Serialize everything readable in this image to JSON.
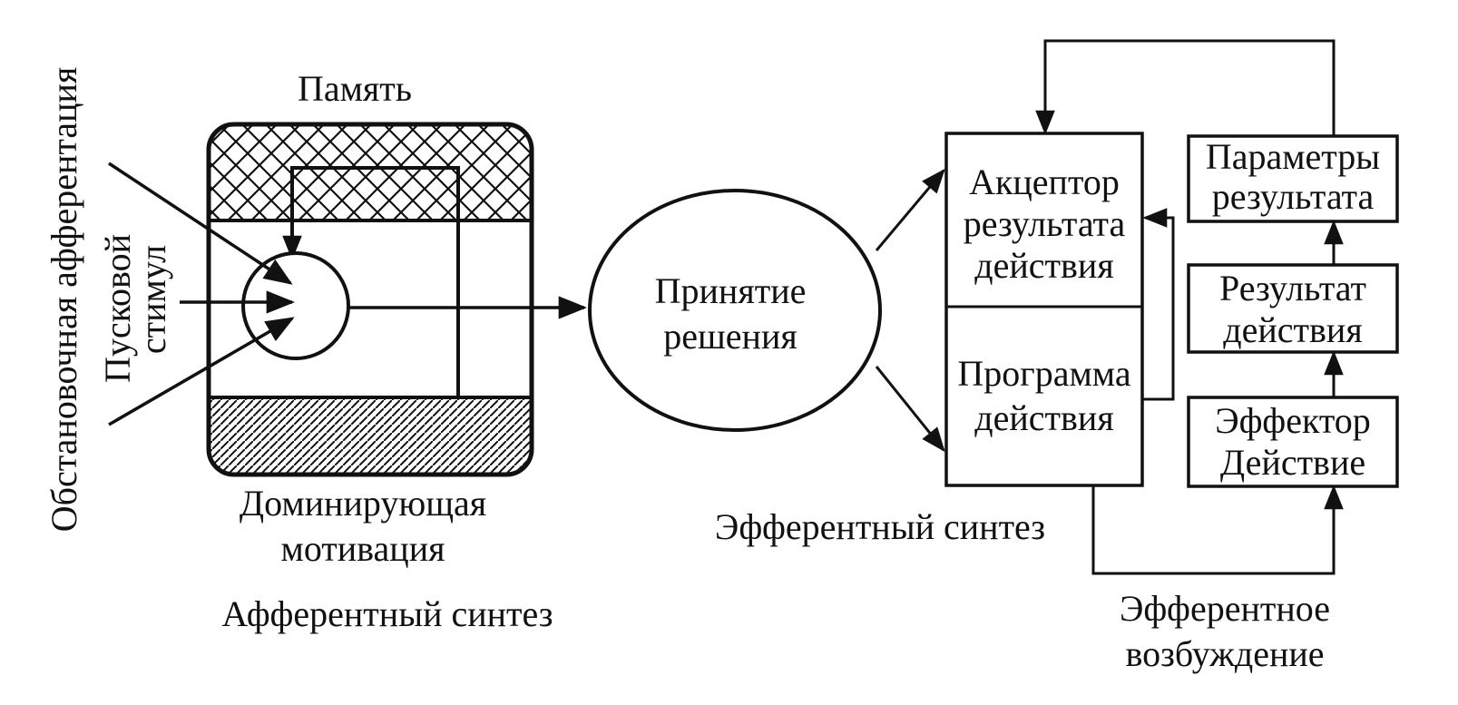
{
  "labels": {
    "situational_afferentation": "Обстановочная афферентация",
    "trigger_stimulus_line1": "Пусковой",
    "trigger_stimulus_line2": "стимул",
    "memory": "Память",
    "dominant_motivation_line1": "Доминирующая",
    "dominant_motivation_line2": "мотивация",
    "afferent_synthesis": "Афферентный синтез",
    "decision_line1": "Принятие",
    "decision_line2": "решения",
    "acceptor_line1": "Акцептор",
    "acceptor_line2": "результата",
    "acceptor_line3": "действия",
    "program_line1": "Программа",
    "program_line2": "действия",
    "efferent_synthesis": "Эфферентный синтез",
    "result_params_line1": "Параметры",
    "result_params_line2": "результата",
    "action_result_line1": "Результат",
    "action_result_line2": "действия",
    "effector_line1": "Эффектор",
    "effector_line2": "Действие",
    "efferent_excitation_line1": "Эфферентное",
    "efferent_excitation_line2": "возбуждение"
  },
  "colors": {
    "stroke": "#111111",
    "background": "#ffffff"
  }
}
